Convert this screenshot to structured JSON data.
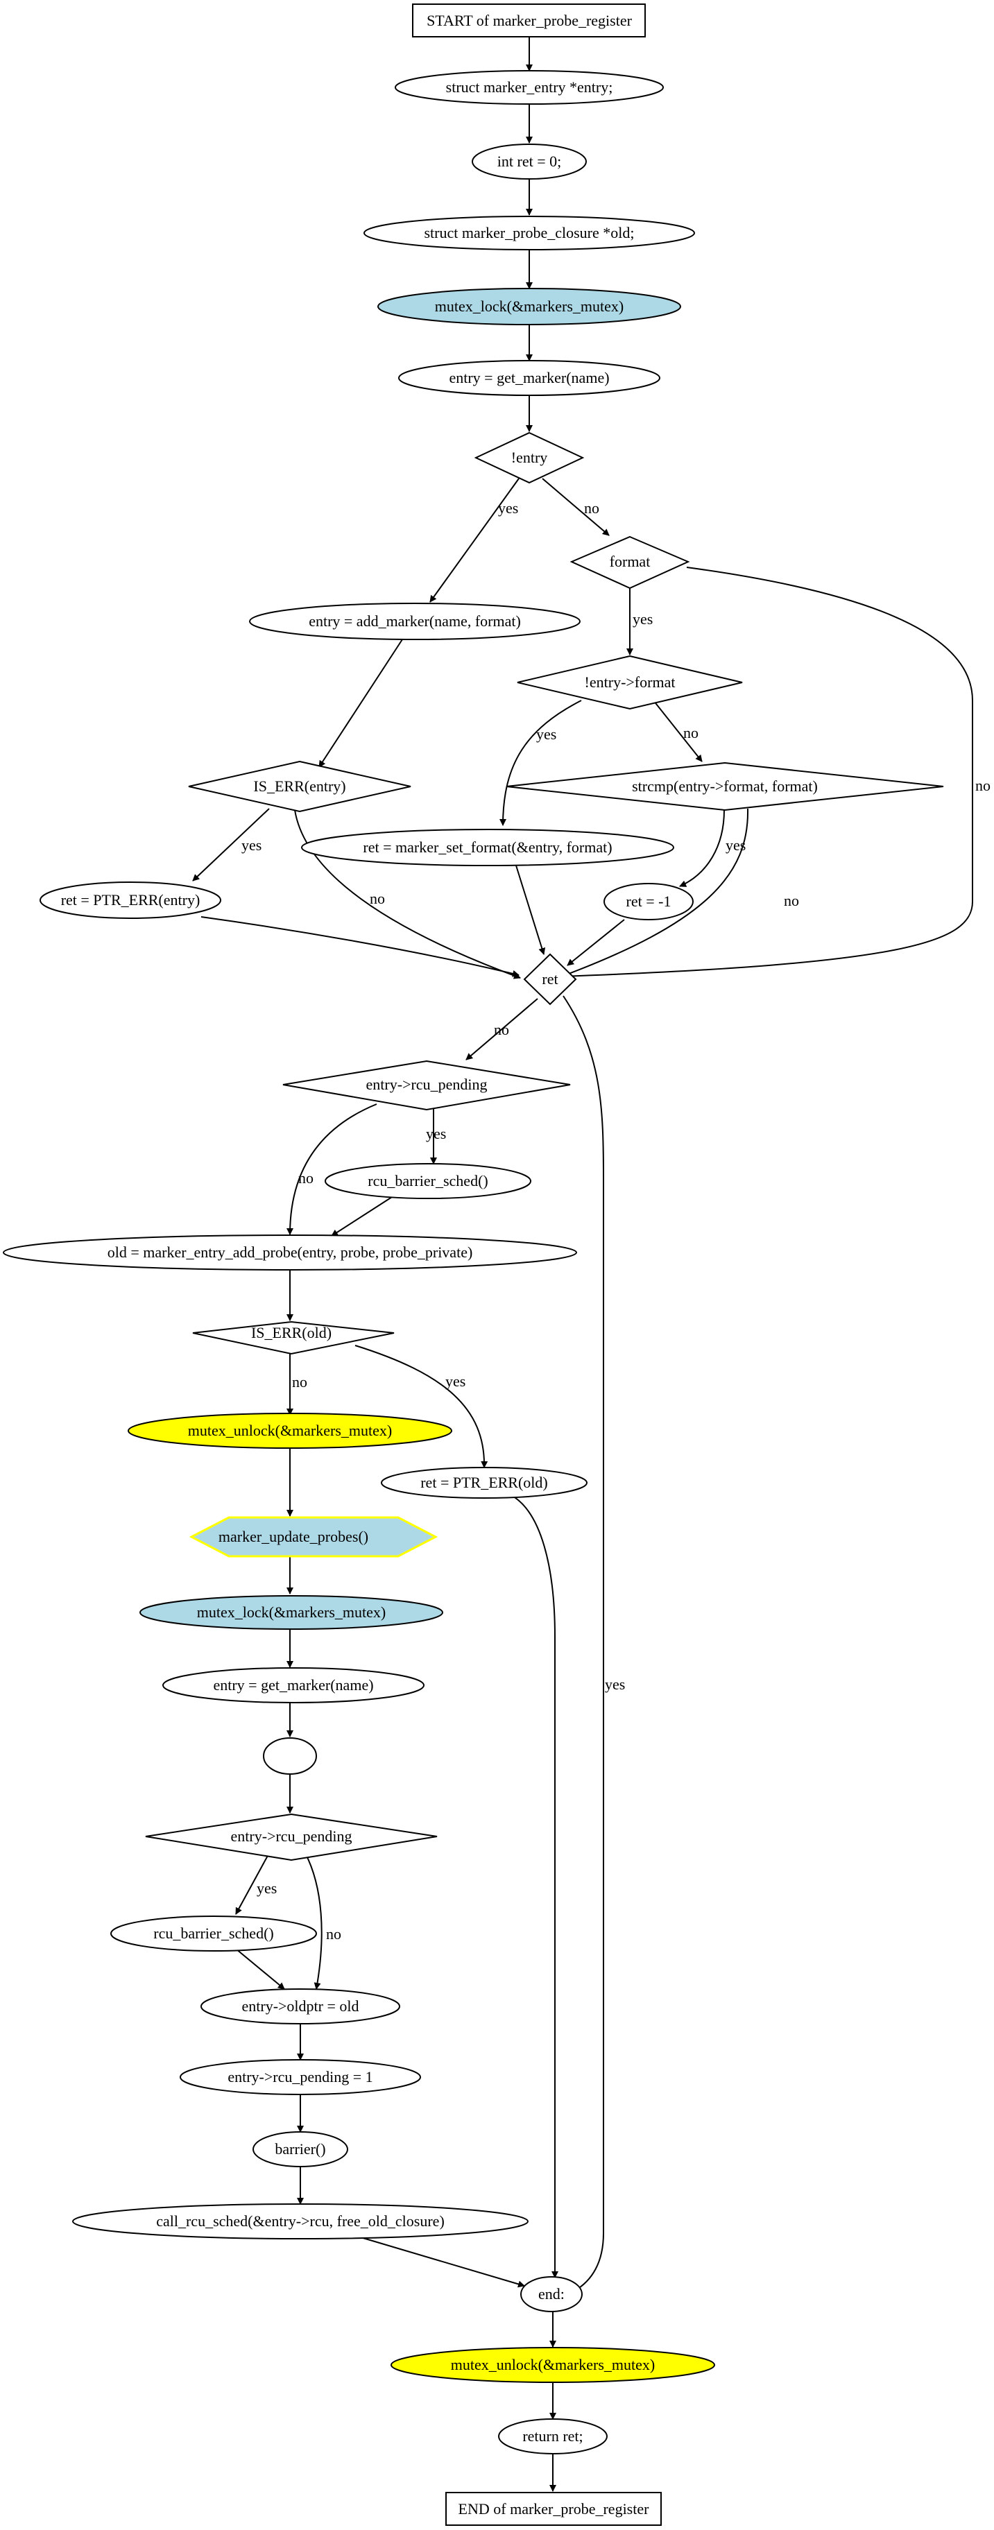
{
  "diagram": {
    "type": "flowchart",
    "colors": {
      "default_fill": "#ffffff",
      "lock_fill": "#add8e6",
      "unlock_fill": "#ffff00",
      "update_fill": "#add8e6",
      "update_border": "#ffff00",
      "stroke": "#000000"
    },
    "nodes": {
      "start": "START of marker_probe_register",
      "decl_entry": "struct marker_entry *entry;",
      "decl_ret": "int ret = 0;",
      "decl_old": "struct marker_probe_closure *old;",
      "lock1": "mutex_lock(&markers_mutex)",
      "get_marker1": "entry = get_marker(name)",
      "not_entry": "!entry",
      "format": "format",
      "add_marker": "entry = add_marker(name, format)",
      "not_entry_format": "!entry->format",
      "is_err_entry": "IS_ERR(entry)",
      "strcmp": "strcmp(entry->format, format)",
      "set_format": "ret = marker_set_format(&entry, format)",
      "ptr_err_entry": "ret = PTR_ERR(entry)",
      "ret_neg": "ret = -1",
      "ret_check": "ret",
      "rcu_pending1": "entry->rcu_pending",
      "barrier_sched1": "rcu_barrier_sched()",
      "add_probe": "old = marker_entry_add_probe(entry, probe, probe_private)",
      "is_err_old": "IS_ERR(old)",
      "unlock1": "mutex_unlock(&markers_mutex)",
      "ptr_err_old": "ret = PTR_ERR(old)",
      "update_probes": "marker_update_probes()",
      "lock2": "mutex_lock(&markers_mutex)",
      "get_marker2": "entry = get_marker(name)",
      "empty": "",
      "rcu_pending2": "entry->rcu_pending",
      "barrier_sched2": "rcu_barrier_sched()",
      "oldptr": "entry->oldptr = old",
      "set_pending": "entry->rcu_pending = 1",
      "barrier": "barrier()",
      "call_rcu": "call_rcu_sched(&entry->rcu, free_old_closure)",
      "end_label": "end:",
      "unlock2": "mutex_unlock(&markers_mutex)",
      "return_ret": "return ret;",
      "end": "END of marker_probe_register"
    },
    "edge_labels": {
      "yes": "yes",
      "no": "no"
    }
  }
}
